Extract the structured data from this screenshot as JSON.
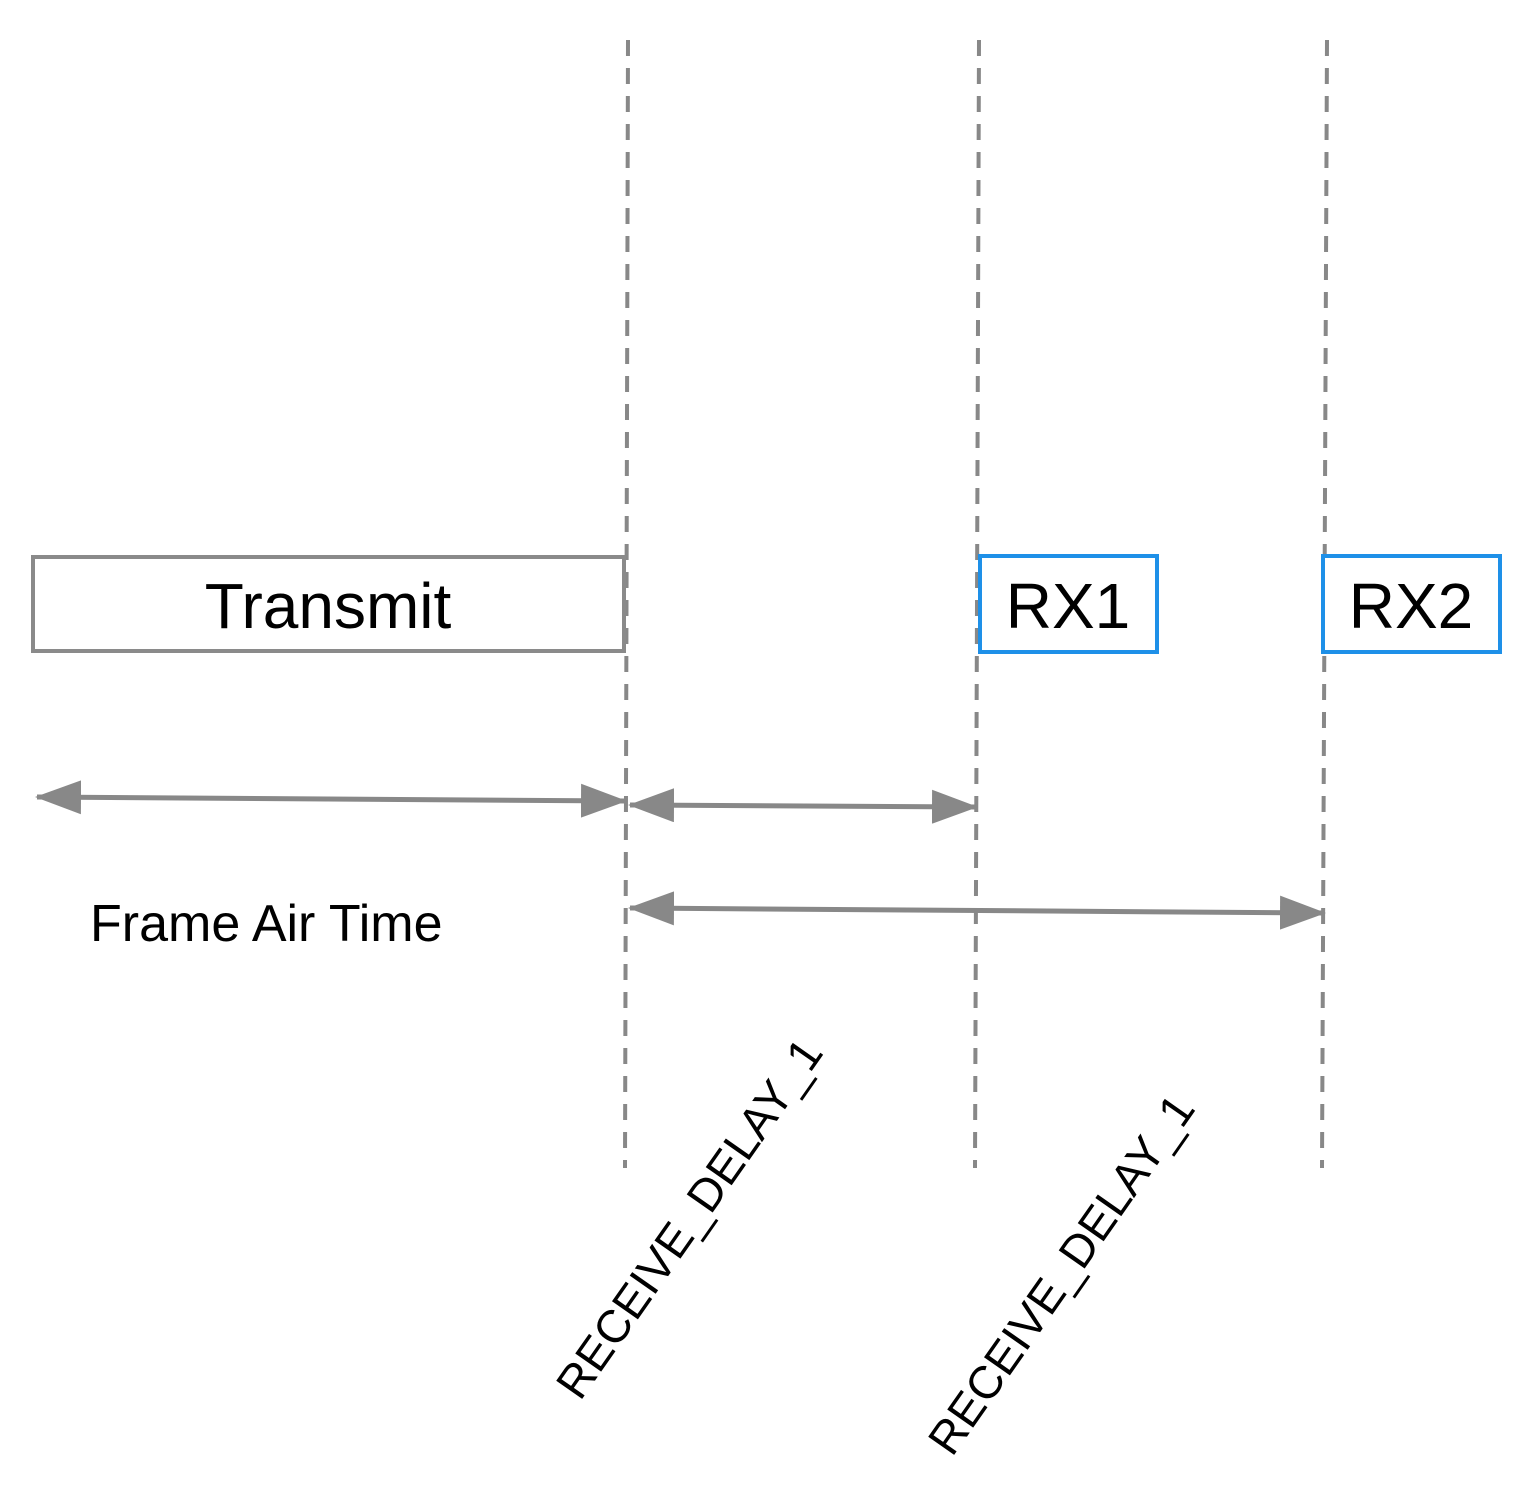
{
  "boxes": {
    "transmit": "Transmit",
    "rx1": "RX1",
    "rx2": "RX2"
  },
  "arrows": {
    "frame_air_time": "Frame Air Time",
    "receive_delay_a": "RECEIVE_DELAY_1",
    "receive_delay_b": "RECEIVE_DELAY_1"
  },
  "colors": {
    "line_gray": "#888888",
    "box_gray": "#8a8a8a",
    "rx_blue": "#1e90e8",
    "text": "#000000"
  }
}
